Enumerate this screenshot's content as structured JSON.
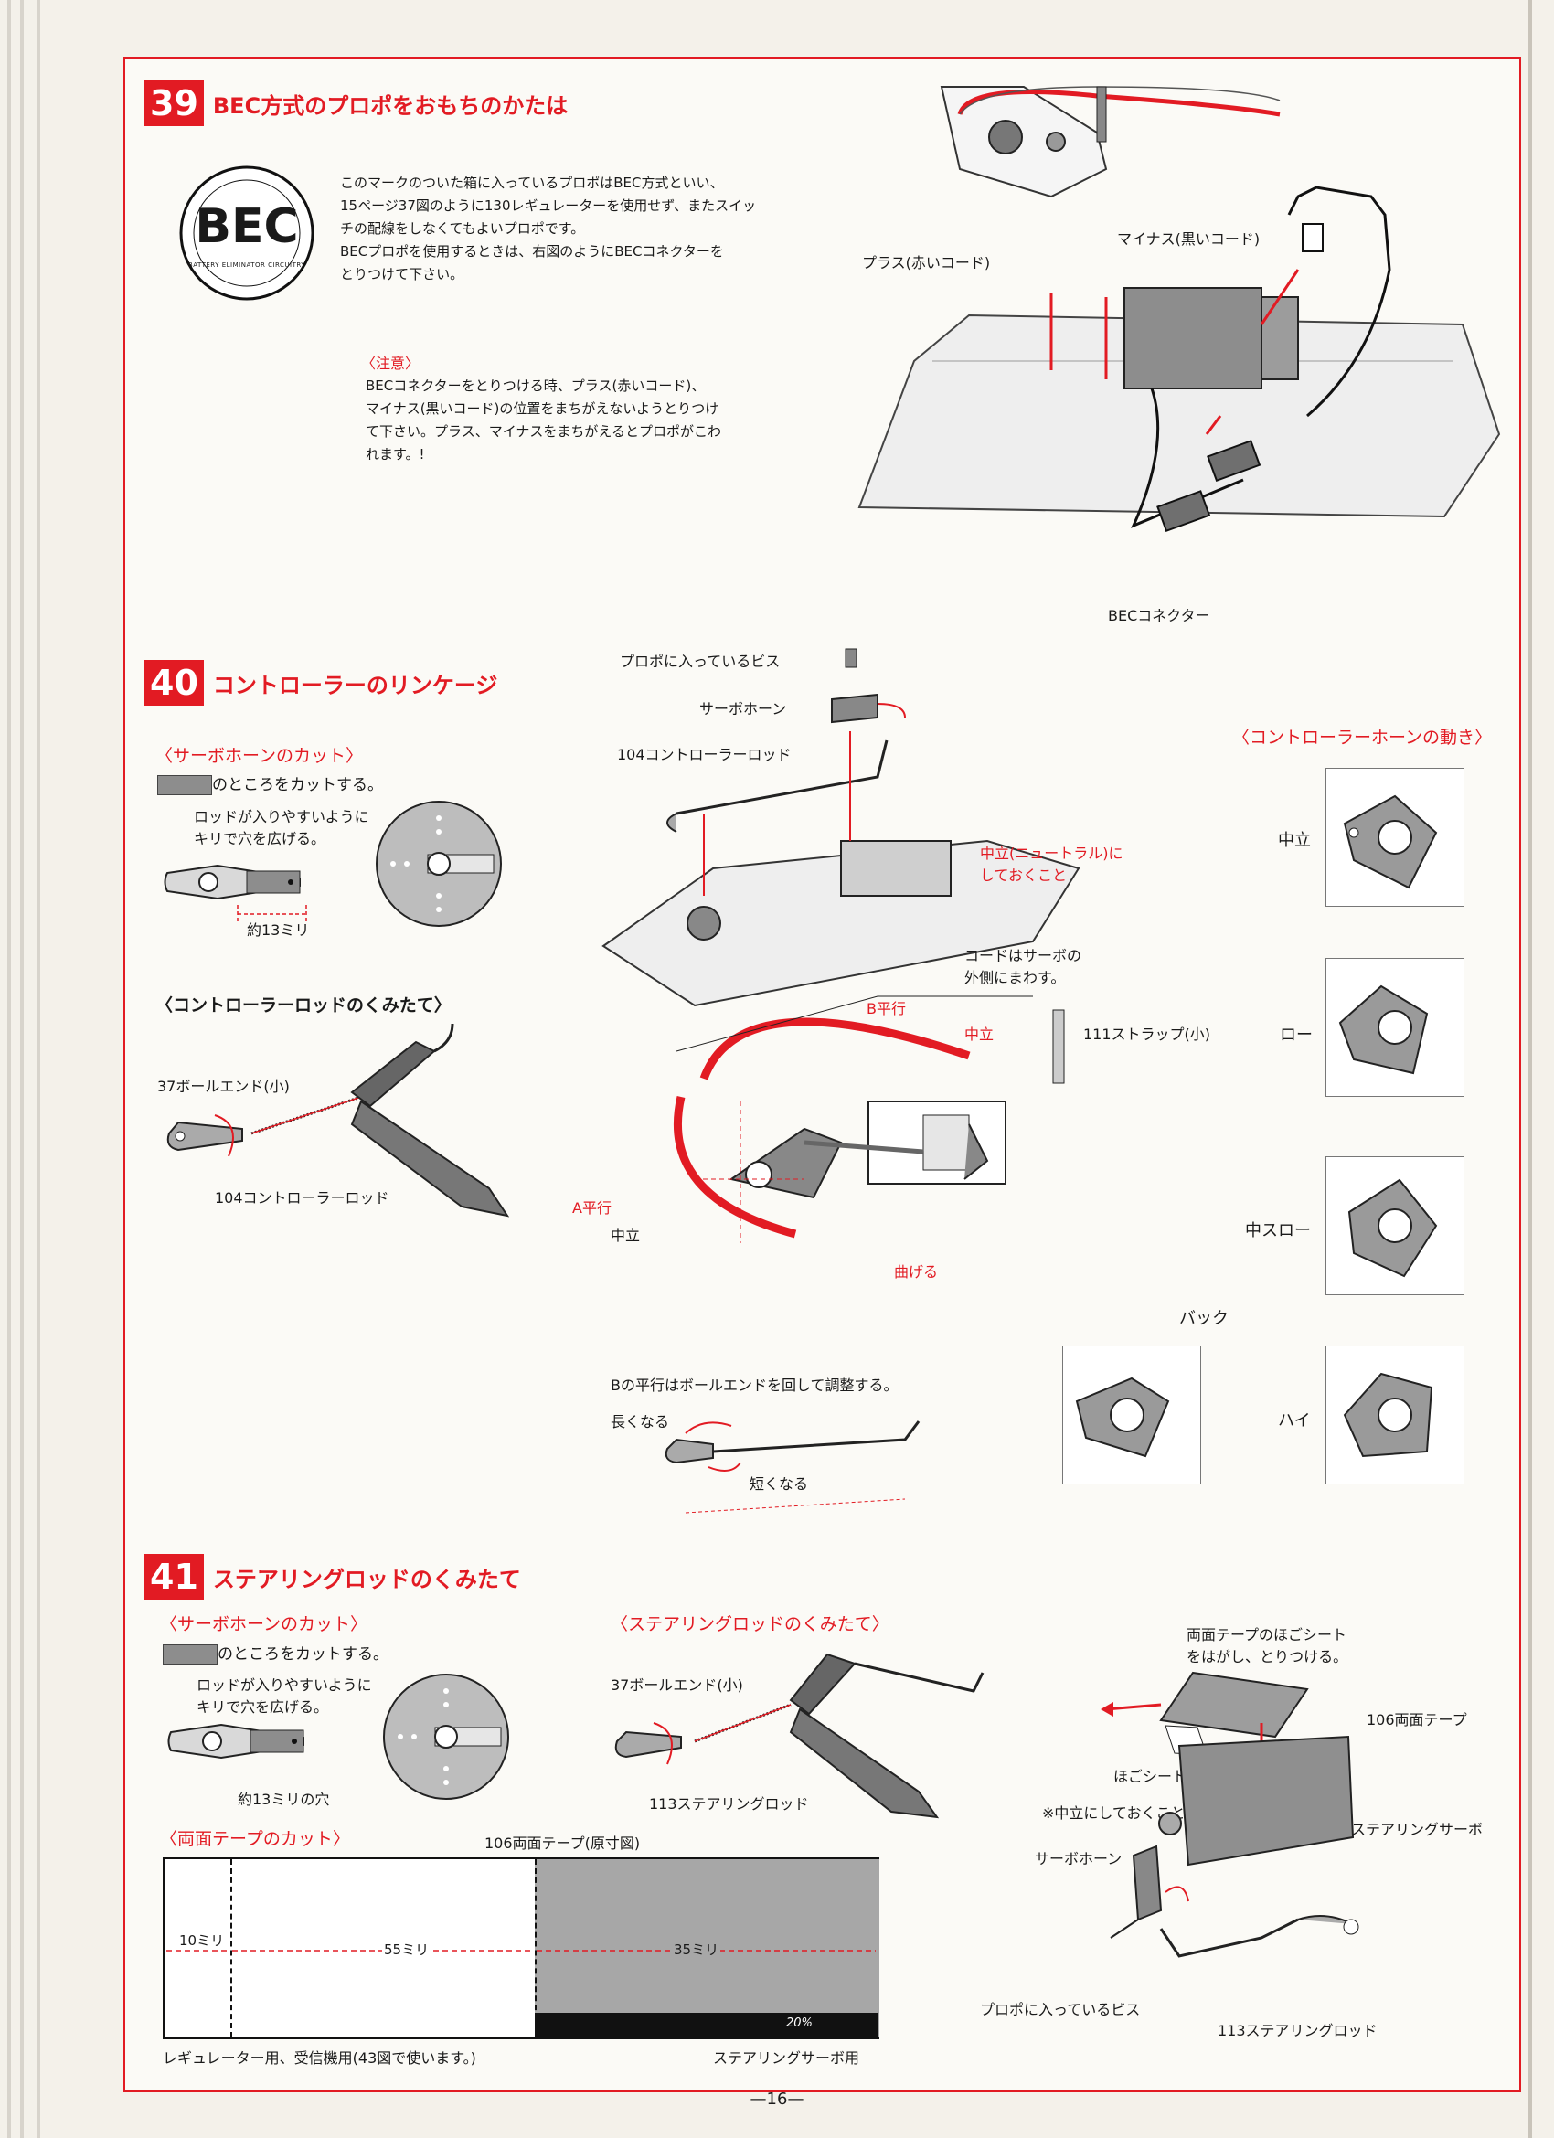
{
  "page_number": "—16—",
  "colors": {
    "accent": "#e21b23",
    "grey": "#8d8d8d"
  },
  "section39": {
    "number": "39",
    "title": "BEC方式のプロポをおもちのかたは",
    "badge_main": "BEC",
    "badge_ring": "BATTERY ELIMINATOR CIRCUITRY",
    "intro": [
      "このマークのついた箱に入っているプロポはBEC方式といい、",
      "15ページ37図のように130レギュレーターを使用せず、またスイッ",
      "チの配線をしなくてもよいプロポです。",
      "BECプロポを使用するときは、右図のようにBECコネクターを",
      "とりつけて下さい。"
    ],
    "caution_title": "〈注意〉",
    "caution": [
      "BECコネクターをとりつける時、プラス(赤いコード)、",
      "マイナス(黒いコード)の位置をまちがえないようとりつけ",
      "て下さい。プラス、マイナスをまちがえるとプロポがこわ",
      "れます。!"
    ],
    "label_plus": "プラス(赤いコード)",
    "label_minus": "マイナス(黒いコード)",
    "label_connector": "BECコネクター"
  },
  "section40": {
    "number": "40",
    "title": "コントローラーのリンケージ",
    "horn_cut_title": "〈サーボホーンのカット〉",
    "horn_cut_text": "のところをカットする。",
    "horn_hole_note_1": "ロッドが入りやすいように",
    "horn_hole_note_2": "キリで穴を広げる。",
    "horn_dim": "約13ミリ",
    "rod_assembly_title": "〈コントローラーロッドのくみたて〉",
    "ball_end": "37ボールエンド(小)",
    "controller_rod": "104コントローラーロッド",
    "label_screw": "プロポに入っているビス",
    "label_servo_horn": "サーボホーン",
    "label_neutral_1": "中立(ニュートラル)に",
    "label_neutral_2": "しておくこと",
    "label_cord_1": "コードはサーボの",
    "label_cord_2": "外側にまわす。",
    "label_b_parallel": "B平行",
    "label_center": "中立",
    "label_strap": "111ストラップ(小)",
    "label_a_parallel": "A平行",
    "label_bend": "曲げる",
    "adjust_note": "Bの平行はボールエンドを回して調整する。",
    "longer": "長くなる",
    "shorter": "短くなる",
    "horn_motion_title": "〈コントローラーホーンの動き〉",
    "states": [
      "中立",
      "ロー",
      "中スロー",
      "バック",
      "ハイ"
    ]
  },
  "section41": {
    "number": "41",
    "title": "ステアリングロッドのくみたて",
    "horn_cut_title": "〈サーボホーンのカット〉",
    "horn_cut_text": "のところをカットする。",
    "horn_hole_note_1": "ロッドが入りやすいように",
    "horn_hole_note_2": "キリで穴を広げる。",
    "horn_dim": "約13ミリの穴",
    "rod_assembly_title": "〈ステアリングロッドのくみたて〉",
    "ball_end": "37ボールエンド(小)",
    "steering_rod": "113ステアリングロッド",
    "tape_note_1": "両面テープのほごシート",
    "tape_note_2": "をはがし、とりつける。",
    "tape_label": "106両面テープ",
    "backing_sheet": "ほごシート",
    "neutral_note": "※中立にしておくこと。",
    "steering_servo": "ステアリングサーボ",
    "servo_horn": "サーボホーン",
    "screw": "プロポに入っているビス",
    "tape_cut_title": "〈両面テープのカット〉",
    "tape_full_size": "106両面テープ(原寸図)",
    "dim_10": "10ミリ",
    "dim_55": "55ミリ",
    "dim_35": "35ミリ",
    "pct_20": "20%",
    "use_regulator": "レギュレーター用、受信機用(43図で使います。)",
    "use_servo": "ステアリングサーボ用"
  }
}
